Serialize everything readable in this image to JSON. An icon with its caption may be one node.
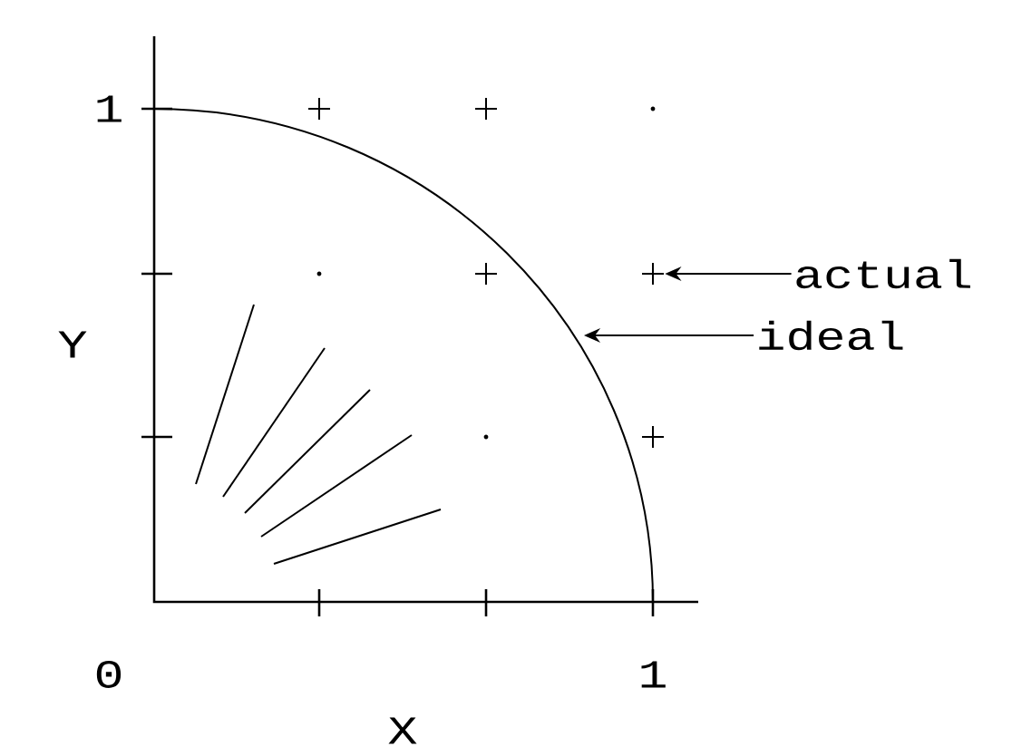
{
  "diagram": {
    "nodes": [
      {
        "text": [
          "actual"
        ]
      },
      {
        "text": [
          "ideal"
        ]
      },
      {
        "text": [],
        "shape": "cross"
      }
    ],
    "edges": [
      {
        "from": 0,
        "to": 2,
        "arrow": "to"
      },
      {
        "from": 1,
        "to": null,
        "arrow": "to"
      }
    ],
    "labels": [
      "1",
      "Y",
      "0",
      "1",
      "X"
    ]
  }
}
